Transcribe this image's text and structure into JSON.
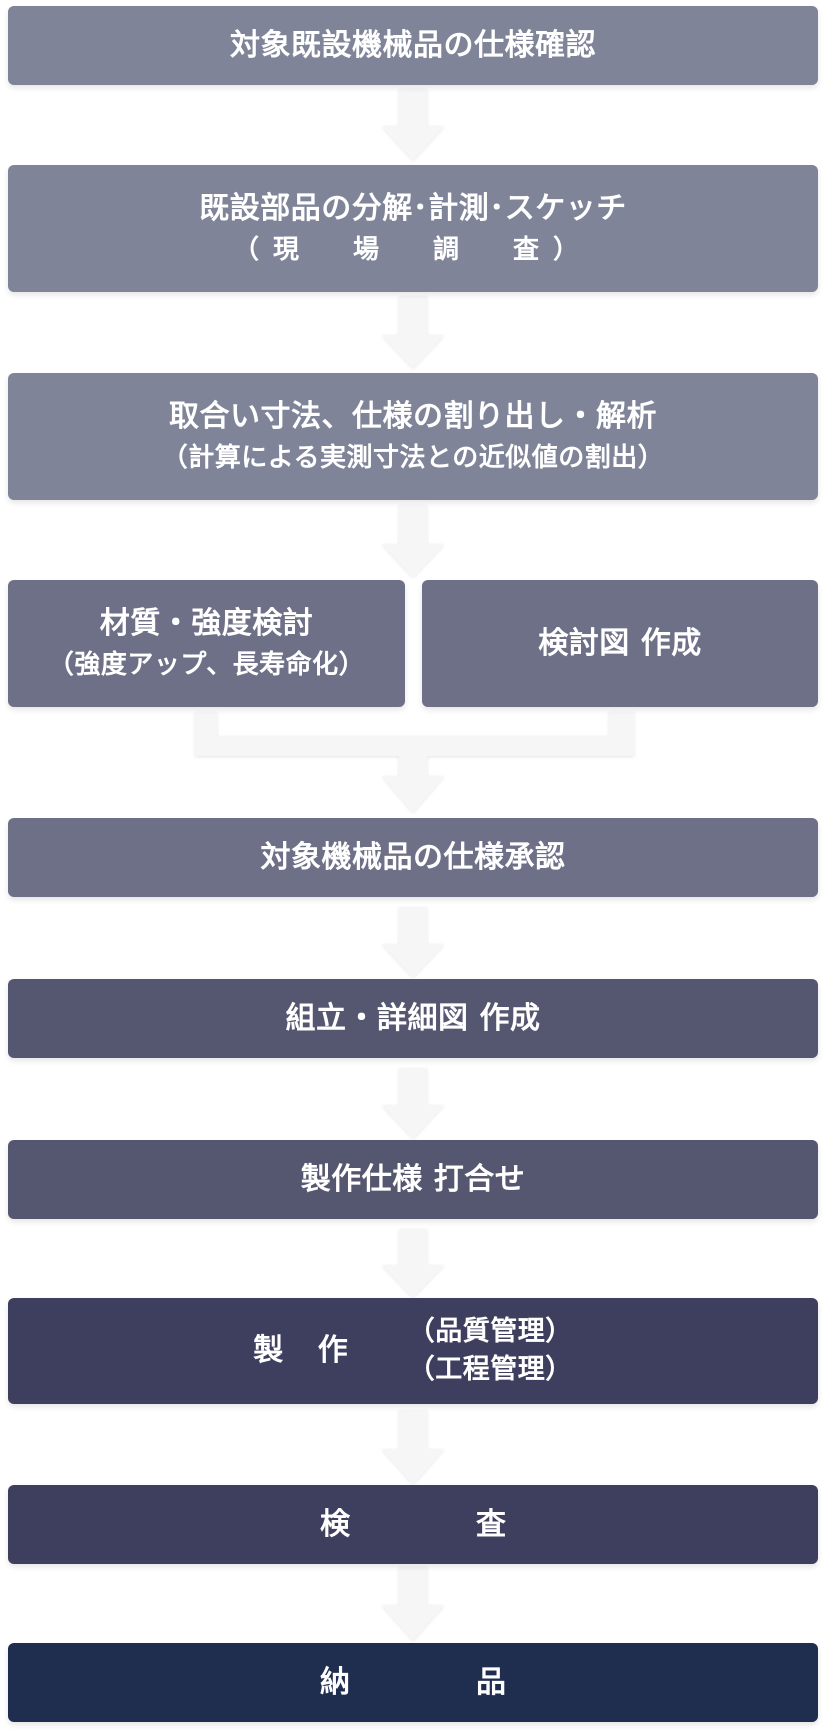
{
  "steps": {
    "s1": {
      "main": "対象既設機械品の仕様確認"
    },
    "s2": {
      "main": "既設部品の分解･計測･スケッチ",
      "sub": "（現　場　調　査）"
    },
    "s3": {
      "main": "取合い寸法、仕様の割り出し・解析",
      "sub": "（計算による実測寸法との近似値の割出）"
    },
    "s4a": {
      "main": "材質・強度検討",
      "sub": "（強度アップ、長寿命化）"
    },
    "s4b": {
      "main": "検討図 作成"
    },
    "s5": {
      "main": "対象機械品の仕様承認"
    },
    "s6": {
      "main": "組立・詳細図 作成"
    },
    "s7": {
      "main": "製作仕様 打合せ"
    },
    "s8": {
      "main": "製 作",
      "sub1": "（品質管理）",
      "sub2": "（工程管理）"
    },
    "s9": {
      "main": "検　査"
    },
    "s10": {
      "main": "納　品"
    }
  },
  "colors": {
    "s1": "#7f8498",
    "s2": "#7f8498",
    "s3": "#7f8498",
    "s4": "#6d7086",
    "s5": "#6d7086",
    "s6": "#55566f",
    "s7": "#55566f",
    "s8": "#3e3f5e",
    "s9": "#3e3f5e",
    "s10": "#1f2d4f",
    "arrow": "#f3f3f3"
  }
}
